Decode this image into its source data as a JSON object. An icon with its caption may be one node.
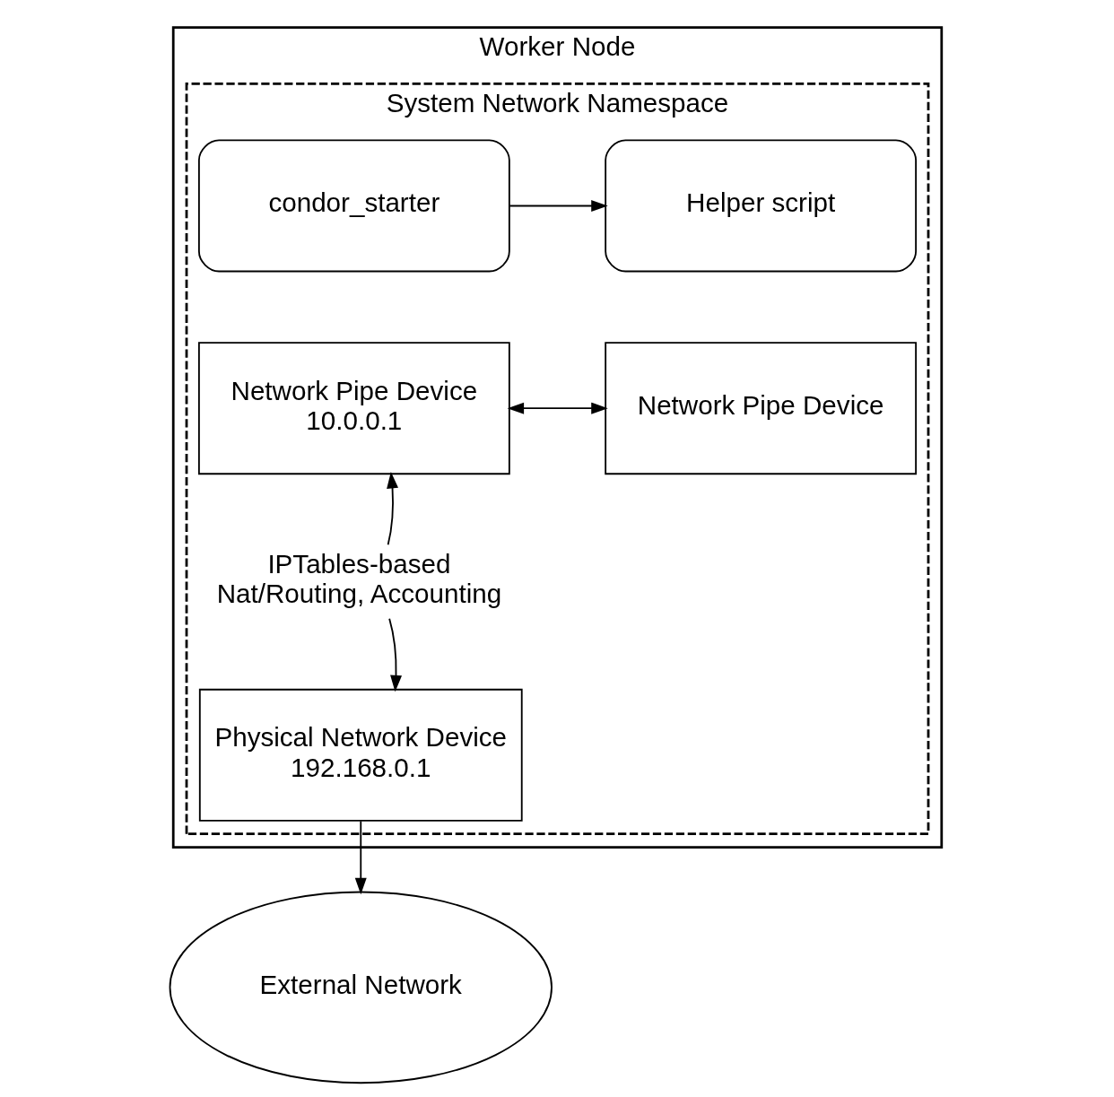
{
  "diagram": {
    "nodes": [
      {
        "text": [
          "Worker Node"
        ]
      },
      {
        "text": [
          "System Network Namespace"
        ],
        "in": 0
      },
      {
        "text": [
          "condor_starter"
        ],
        "in": 1
      },
      {
        "text": [
          "Helper script"
        ],
        "in": 1
      },
      {
        "text": [
          "Network Pipe Device",
          "10.0.0.1"
        ],
        "in": 1
      },
      {
        "text": [
          "Network Pipe Device"
        ],
        "in": 1
      },
      {
        "text": [
          "IPTables-based Nat/Routing, Accounting"
        ],
        "in": 1
      },
      {
        "text": [
          "Physical Network Device",
          "192.168.0.1"
        ],
        "in": 1
      },
      {
        "text": [
          "External Network"
        ]
      }
    ],
    "edges": [
      {
        "from": 2,
        "to": 3,
        "arrow": "to"
      },
      {
        "from": 4,
        "to": 5,
        "arrow": "both"
      },
      {
        "from": 6,
        "to": 4,
        "arrow": "to"
      },
      {
        "from": 6,
        "to": 7,
        "arrow": "to"
      },
      {
        "from": 7,
        "to": 8,
        "arrow": "to"
      }
    ]
  }
}
